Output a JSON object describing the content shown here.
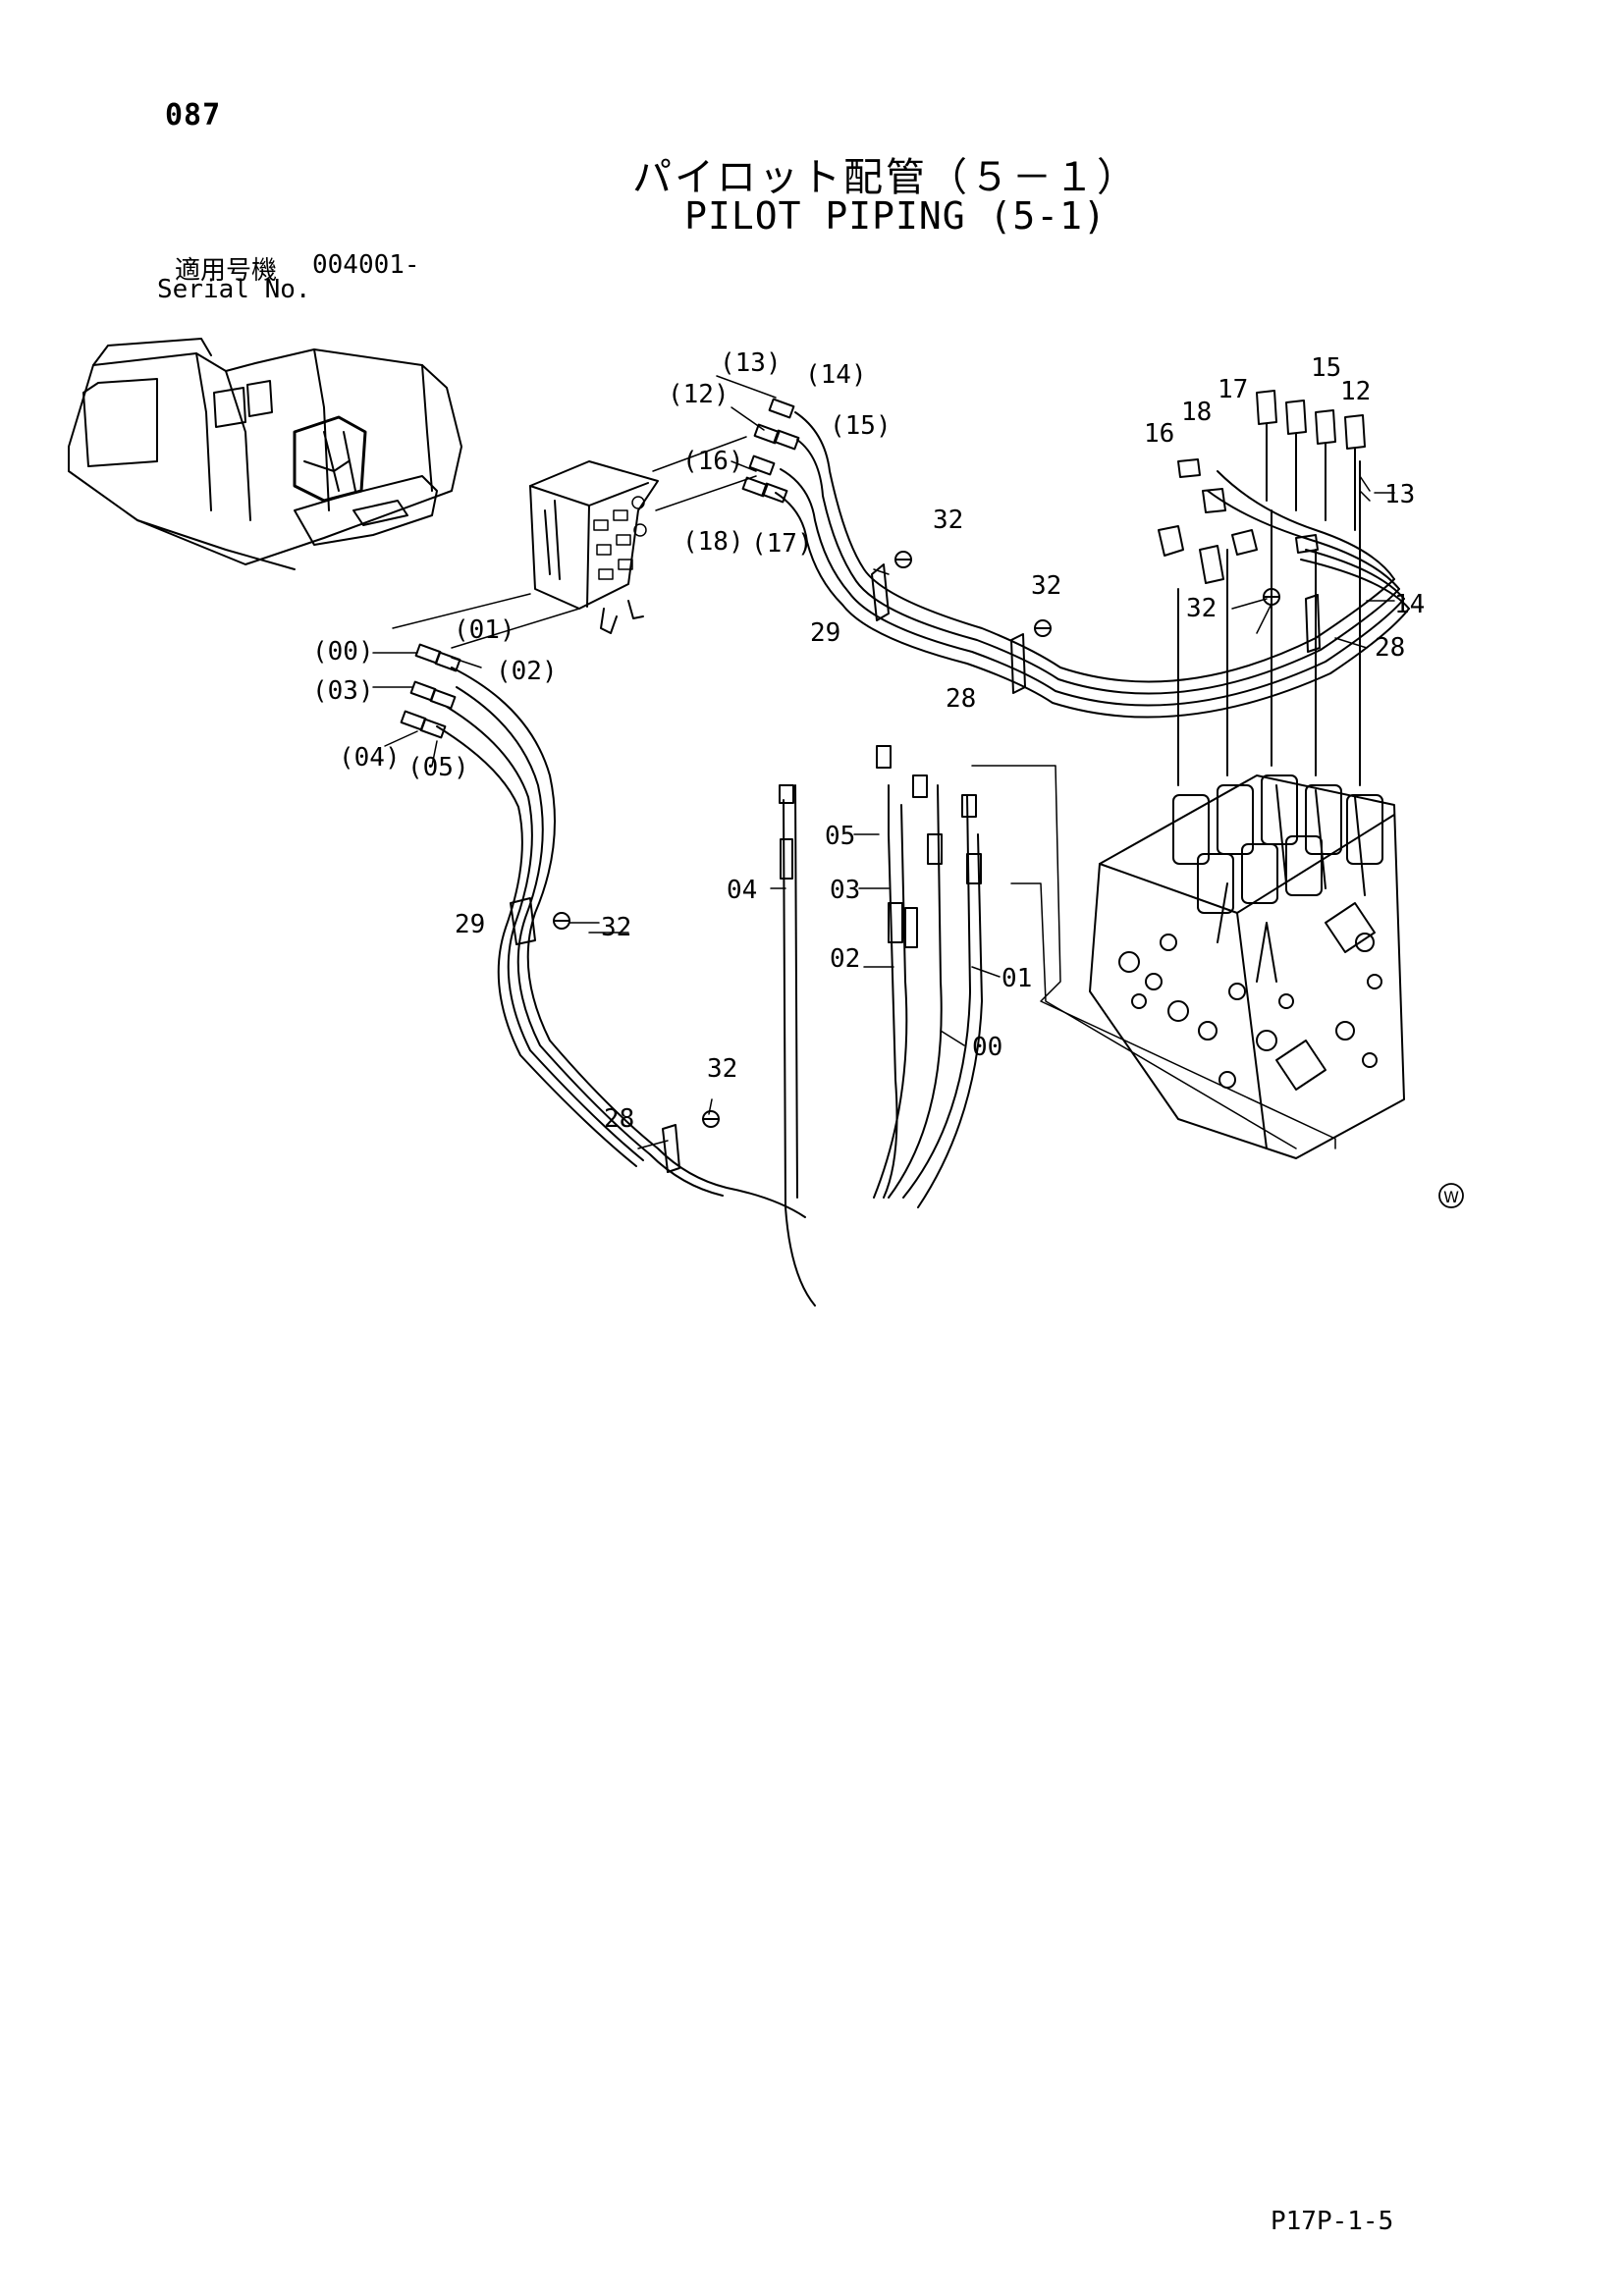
{
  "header": {
    "page_number": "087",
    "title_jp": "パイロット配管（５－１）",
    "title_en": "PILOT PIPING (5-1)",
    "serial_label_jp": "適用号機",
    "serial_value": "004001-",
    "serial_label_en": "Serial No."
  },
  "callouts": {
    "c13p": "(13)",
    "c14p": "(14)",
    "c12p": "(12)",
    "c15p": "(15)",
    "c16p": "(16)",
    "c18p": "(18)",
    "c17p": "(17)",
    "c00p": "(00)",
    "c01p": "(01)",
    "c02p": "(02)",
    "c03p": "(03)",
    "c04p": "(04)",
    "c05p": "(05)",
    "c17": "17",
    "c15": "15",
    "c18": "18",
    "c12": "12",
    "c16": "16",
    "c13": "13",
    "c32a": "32",
    "c32b": "32",
    "c32c": "32",
    "c32d": "32",
    "c32e": "32",
    "c29a": "29",
    "c29b": "29",
    "c28a": "28",
    "c28b": "28",
    "c28c": "28",
    "c14": "14",
    "c05": "05",
    "c04": "04",
    "c03": "03",
    "c02": "02",
    "c01": "01",
    "c00": "00"
  },
  "marks": {
    "w_symbol": "W"
  },
  "footer": {
    "code": "P17P-1-5"
  }
}
